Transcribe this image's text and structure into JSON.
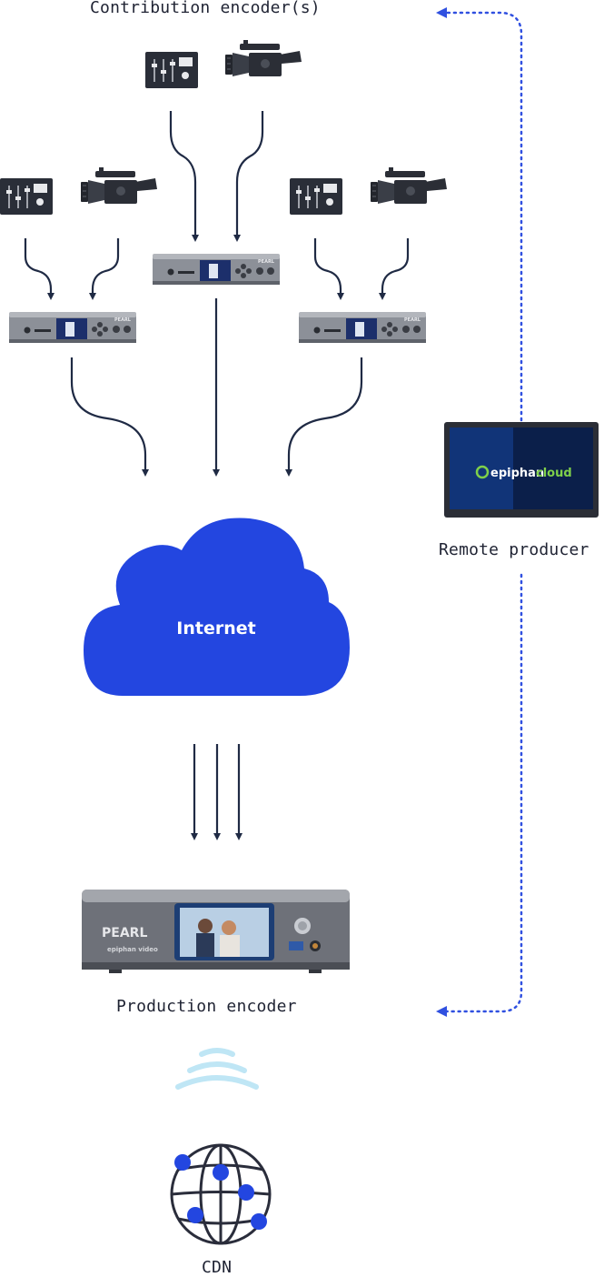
{
  "labels": {
    "contribution": "Contribution encoder(s)",
    "remote": "Remote producer",
    "production": "Production encoder",
    "cdn": "CDN",
    "internet": "Internet"
  },
  "brand": {
    "cloud_prefix": "epiphan",
    "cloud_suffix": "cloud",
    "pearl": "PEARL",
    "pearl_sub": "epiphan video"
  },
  "colors": {
    "arrow": "#1f2a44",
    "cloud": "#2346e0",
    "dotted": "#3050e0",
    "signal": "#bfe6f5"
  }
}
